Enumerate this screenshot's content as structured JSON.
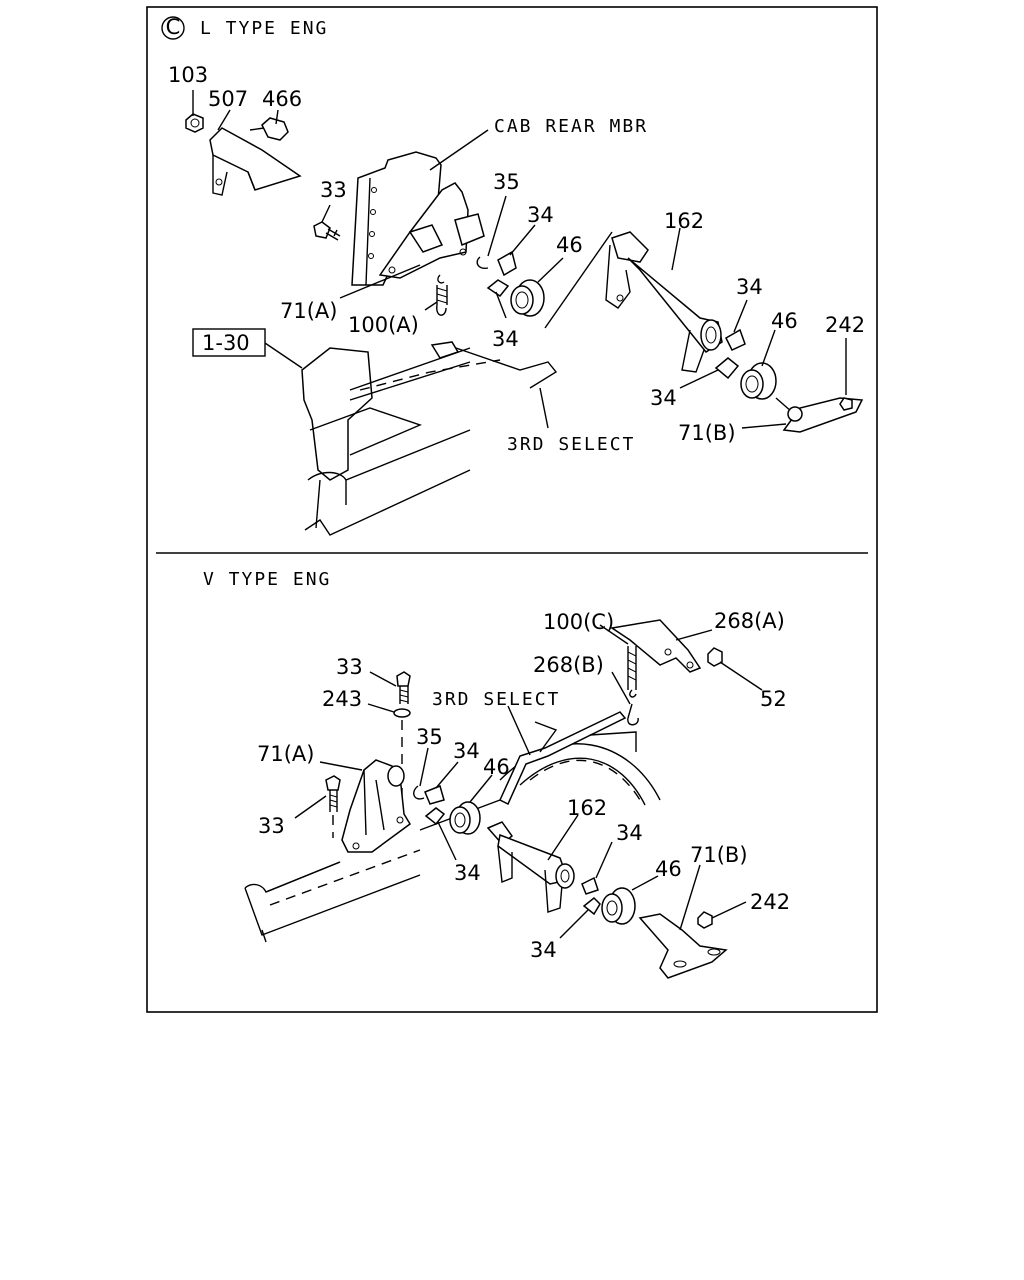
{
  "sections": {
    "top": {
      "symbol": "C",
      "title": "L TYPE ENG",
      "callouts": {
        "c103": "103",
        "c507": "507",
        "c466": "466",
        "cab_rear_mbr": "CAB REAR MBR",
        "c33": "33",
        "c35": "35",
        "c34a": "34",
        "c46a": "46",
        "c162": "162",
        "c34b": "34",
        "c46b": "46",
        "c242": "242",
        "c71a": "71(A)",
        "c100a": "100(A)",
        "c34c": "34",
        "ref_box": "1-30",
        "c34d": "34",
        "c71b": "71(B)",
        "third_select": "3RD SELECT"
      }
    },
    "bottom": {
      "title": "V TYPE ENG",
      "callouts": {
        "c100c": "100(C)",
        "c268a": "268(A)",
        "c268b": "268(B)",
        "c52": "52",
        "c33a": "33",
        "c243": "243",
        "third_select": "3RD SELECT",
        "c71a": "71(A)",
        "c35": "35",
        "c34a": "34",
        "c46a": "46",
        "c162": "162",
        "c34b": "34",
        "c71b": "71(B)",
        "c33b": "33",
        "c34c": "34",
        "c46b": "46",
        "c242": "242",
        "c34d": "34"
      }
    }
  }
}
